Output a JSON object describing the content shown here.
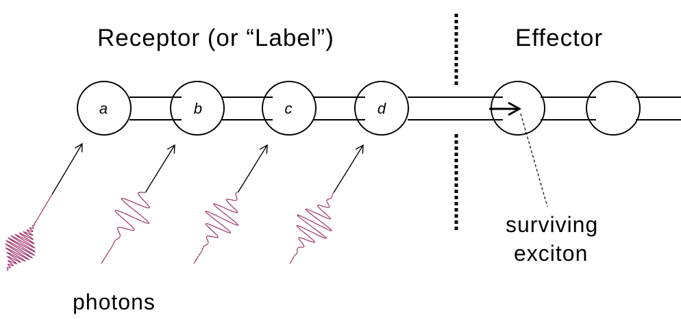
{
  "headings": {
    "receptor": "Receptor (or “Label”)",
    "effector": "Effector"
  },
  "nodes": [
    {
      "label": "a"
    },
    {
      "label": "b"
    },
    {
      "label": "c"
    },
    {
      "label": "d"
    },
    {
      "label": ""
    },
    {
      "label": ""
    }
  ],
  "annotations": {
    "exciton_line1": "surviving",
    "exciton_line2": "exciton",
    "photons": "photons"
  },
  "colors": {
    "line": "#000000",
    "photon_wave": "#a0306a"
  }
}
